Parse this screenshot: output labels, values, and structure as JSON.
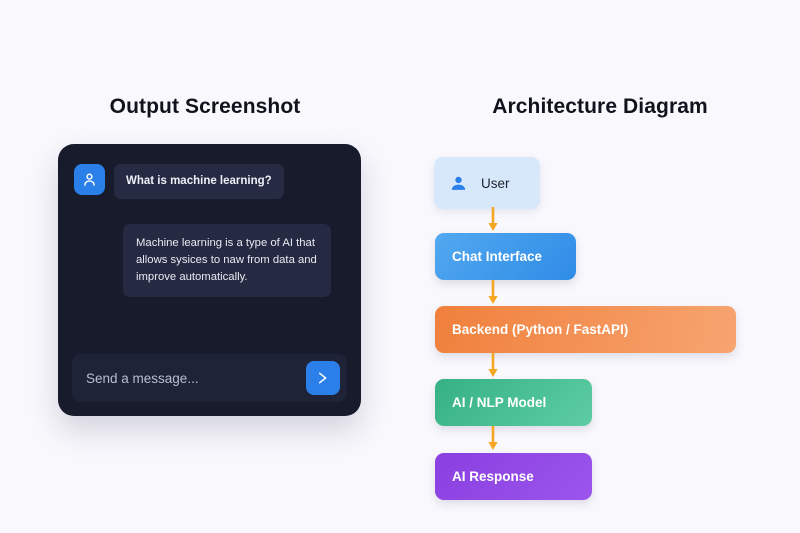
{
  "page": {
    "background_color": "#f9f8fd"
  },
  "sections": {
    "left_title": "Output Screenshot",
    "right_title": "Architecture Diagram"
  },
  "chat": {
    "panel_background": "#171b2b",
    "accent_color": "#2b7fe8",
    "user_avatar_icon": "user-avatar-icon",
    "messages": [
      {
        "role": "user",
        "text": "What is machine learning?"
      },
      {
        "role": "assistant",
        "text": "Machine learning is a type of AI that allows sysices to naw from data and improve automatically."
      }
    ],
    "composer": {
      "placeholder": "Send a message...",
      "value": "",
      "send_icon": "send-arrow-icon"
    }
  },
  "diagram": {
    "arrow_color": "#f5a623",
    "nodes": [
      {
        "id": "user",
        "label": "User",
        "color": "#d7e8fb",
        "text_color": "#1d2430",
        "icon": "person-icon"
      },
      {
        "id": "chat",
        "label": "Chat Interface",
        "color": "#3f9aeb",
        "text_color": "#ffffff"
      },
      {
        "id": "backend",
        "label": "Backend (Python / FastAPI)",
        "color": "#f0803c",
        "text_color": "#ffffff"
      },
      {
        "id": "model",
        "label": "AI / NLP Model",
        "color": "#35b183",
        "text_color": "#ffffff"
      },
      {
        "id": "response",
        "label": "AI Response",
        "color": "#8a3fe0",
        "text_color": "#ffffff"
      }
    ],
    "edges": [
      {
        "from": "user",
        "to": "chat"
      },
      {
        "from": "chat",
        "to": "backend"
      },
      {
        "from": "backend",
        "to": "model"
      },
      {
        "from": "model",
        "to": "response"
      }
    ]
  }
}
